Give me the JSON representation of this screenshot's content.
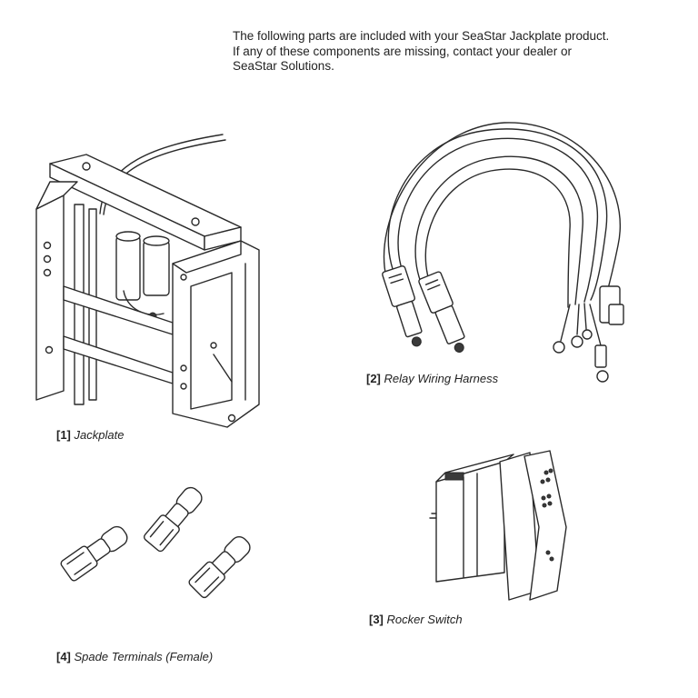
{
  "intro": {
    "line1": "The following parts are included with your SeaStar Jackplate product.",
    "line2": "If any of these components are missing, contact your dealer or",
    "line3": "SeaStar Solutions."
  },
  "parts": [
    {
      "number": "[1]",
      "name": "Jackplate",
      "icon": "jackplate-illustration"
    },
    {
      "number": "[2]",
      "name": "Relay Wiring Harness",
      "icon": "wiring-harness-illustration"
    },
    {
      "number": "[3]",
      "name": "Rocker Switch",
      "icon": "rocker-switch-illustration"
    },
    {
      "number": "[4]",
      "name": "Spade Terminals (Female)",
      "icon": "spade-terminals-illustration"
    }
  ]
}
